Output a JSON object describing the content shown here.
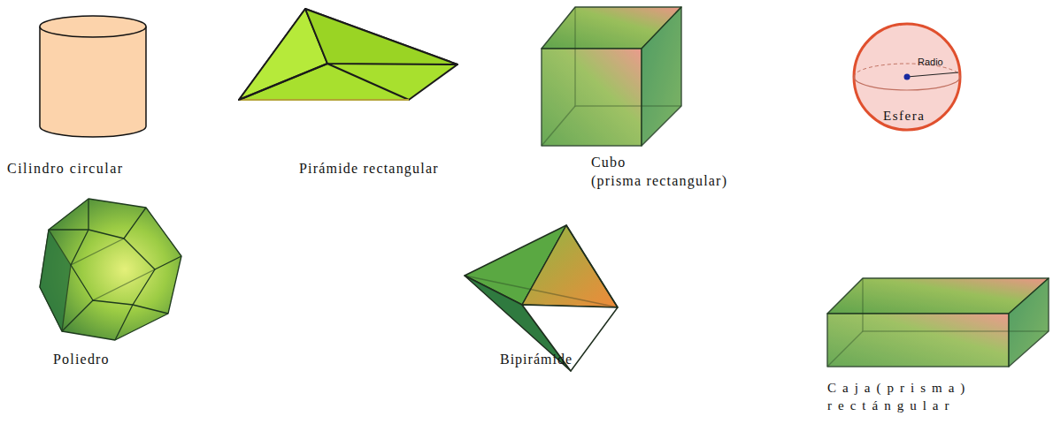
{
  "diagram": {
    "labels": [
      "Cilindro circular",
      "Pirámide rectangular",
      "Cubo (prisma rectangular)",
      "Radio",
      "Esfera",
      "Poliedro",
      "Bipirámide",
      "Caja(prisma) rectángular"
    ]
  }
}
